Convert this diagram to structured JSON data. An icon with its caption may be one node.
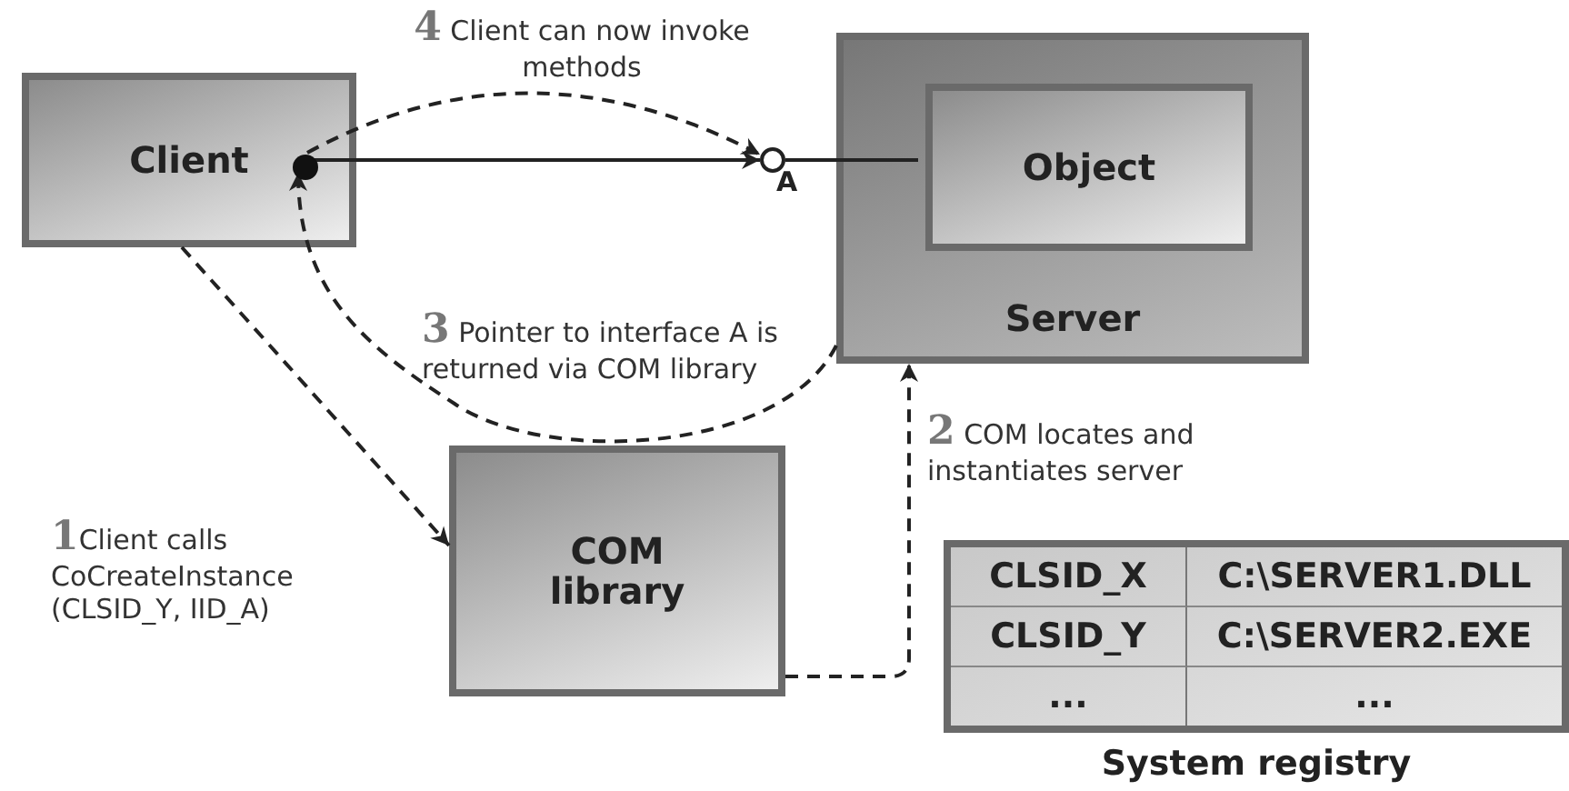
{
  "diagram": {
    "nodes": [
      {
        "text": [
          "Client"
        ]
      },
      {
        "text": [
          "Server"
        ]
      },
      {
        "text": [
          "Object"
        ],
        "in": 1
      },
      {
        "text": [
          "COM library"
        ]
      },
      {
        "text": [
          "System registry"
        ]
      },
      {
        "text": [
          "A"
        ]
      },
      {
        "text": [],
        "shape": "circle",
        "in": 0
      }
    ],
    "edges": [
      {
        "from": 0,
        "to": 3,
        "arrow": "to",
        "style": "dashed",
        "label": "**1**Client calls CoCreateInstance (CLSID_Y, IID_A)"
      },
      {
        "from": 3,
        "to": 1,
        "arrow": "to",
        "style": "dashed",
        "label": "**2** COM locates and instantiates server"
      },
      {
        "from": 1,
        "to": 6,
        "arrow": "to",
        "style": "dashed",
        "label": "**3** Pointer to interface A is returned via COM library"
      },
      {
        "from": 6,
        "to": 5,
        "arrow": "to"
      },
      {
        "from": 6,
        "to": 5,
        "arrow": "to",
        "style": "dashed",
        "label": "**4** Client can now invoke methods"
      },
      {
        "from": 5,
        "to": 2,
        "arrow": "none"
      }
    ],
    "labels": [
      "CLSID_X",
      "C:\\SERVER1.DLL",
      "CLSID_Y",
      "C:\\SERVER2.EXE",
      "...",
      "..."
    ]
  }
}
